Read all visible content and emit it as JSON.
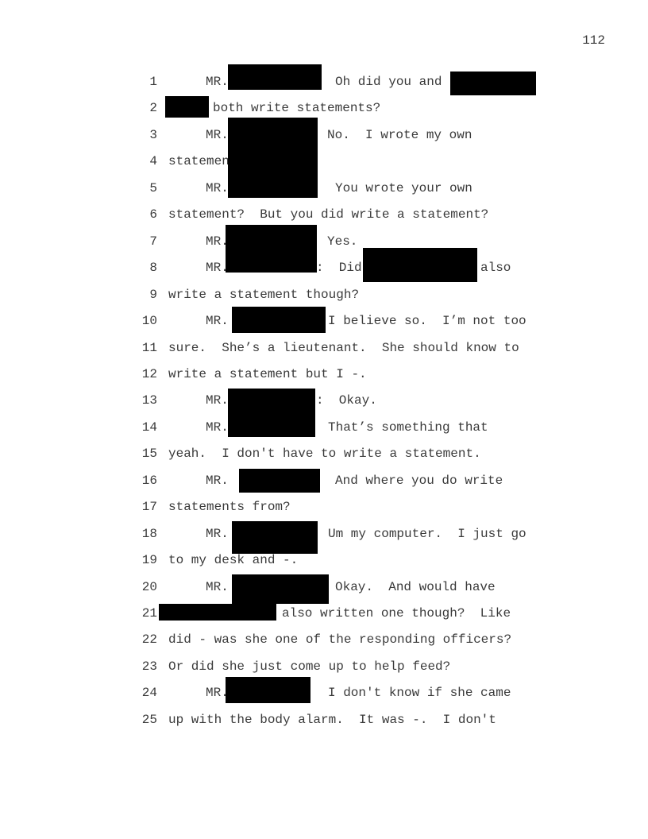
{
  "page_number": "112",
  "lines": [
    {
      "num": "1",
      "segments": [
        "MR.",
        "Oh did you and"
      ]
    },
    {
      "num": "2",
      "segments": [
        "both write statements?"
      ]
    },
    {
      "num": "3",
      "segments": [
        "MR.",
        "No.  I wrote my own"
      ]
    },
    {
      "num": "4",
      "segments": [
        "statemen"
      ]
    },
    {
      "num": "5",
      "segments": [
        "MR.",
        "You wrote your own"
      ]
    },
    {
      "num": "6",
      "segments": [
        "statement?  But you did write a statement?"
      ]
    },
    {
      "num": "7",
      "segments": [
        "MR.",
        "Yes."
      ]
    },
    {
      "num": "8",
      "segments": [
        "MR.",
        ":  Did",
        "also"
      ]
    },
    {
      "num": "9",
      "segments": [
        "write a statement though?"
      ]
    },
    {
      "num": "10",
      "segments": [
        "MR.",
        "I believe so.  I’m not too"
      ]
    },
    {
      "num": "11",
      "segments": [
        "sure.  She’s a lieutenant.  She should know to"
      ]
    },
    {
      "num": "12",
      "segments": [
        "write a statement but I -."
      ]
    },
    {
      "num": "13",
      "segments": [
        "MR.",
        ":  Okay."
      ]
    },
    {
      "num": "14",
      "segments": [
        "MR.",
        "That’s something that"
      ]
    },
    {
      "num": "15",
      "segments": [
        "yeah.  I don't have to write a statement."
      ]
    },
    {
      "num": "16",
      "segments": [
        "MR.",
        "And where you do write"
      ]
    },
    {
      "num": "17",
      "segments": [
        "statements from?"
      ]
    },
    {
      "num": "18",
      "segments": [
        "MR.",
        "Um my computer.  I just go"
      ]
    },
    {
      "num": "19",
      "segments": [
        "to my desk and -."
      ]
    },
    {
      "num": "20",
      "segments": [
        "MR.",
        "Okay.  And would have"
      ]
    },
    {
      "num": "21",
      "segments": [
        "also written one though?  Like"
      ]
    },
    {
      "num": "22",
      "segments": [
        "did - was she one of the responding officers?"
      ]
    },
    {
      "num": "23",
      "segments": [
        "Or did she just come up to help feed?"
      ]
    },
    {
      "num": "24",
      "segments": [
        "MR.",
        "I don't know if she came"
      ]
    },
    {
      "num": "25",
      "segments": [
        "up with the body alarm.  It was -.  I don't"
      ]
    }
  ]
}
